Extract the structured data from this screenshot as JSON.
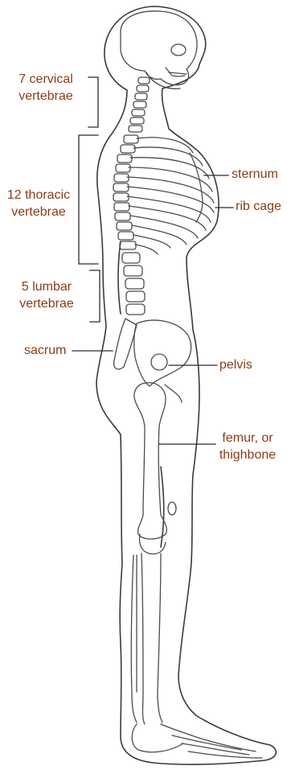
{
  "colors": {
    "label": "#8a3b17",
    "line": "#2b2b2b",
    "outline": "#3a3a3a",
    "bone": "#4a4a4a"
  },
  "labels": {
    "cervical": {
      "line1": "7 cervical",
      "line2": "vertebrae"
    },
    "thoracic": {
      "line1": "12 thoracic",
      "line2": "vertebrae"
    },
    "lumbar": {
      "line1": "5 lumbar",
      "line2": "vertebrae"
    },
    "sacrum": "sacrum",
    "sternum": "sternum",
    "rib_cage": "rib cage",
    "pelvis": "pelvis",
    "femur": {
      "line1": "femur, or",
      "line2": "thighbone"
    }
  }
}
